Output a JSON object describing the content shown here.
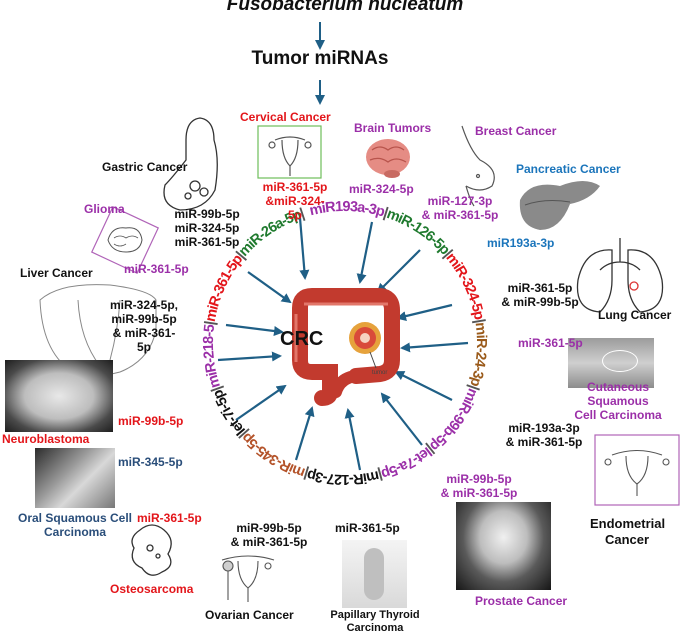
{
  "title": "Fusobacterium nucleatum",
  "subtitle": "Tumor miRNAs",
  "center_label": "CRC",
  "ring_mirnas": [
    {
      "text": "miR193a-3p",
      "color": "#9b2fa8"
    },
    {
      "text": "miR-126-5p",
      "color": "#1f7a2e"
    },
    {
      "text": "miR-324-5p",
      "color": "#e3151a"
    },
    {
      "text": "miR-24-3p",
      "color": "#9a5a1a"
    },
    {
      "text": "miR-99b-5p",
      "color": "#9b2fa8"
    },
    {
      "text": "let-7a-5p",
      "color": "#9b2fa8"
    },
    {
      "text": "miR-127-3p",
      "color": "#111111"
    },
    {
      "text": "miR-345-5p",
      "color": "#b4532a"
    },
    {
      "text": "let-7i-5p",
      "color": "#111111"
    },
    {
      "text": "miR-218-5",
      "color": "#9b2fa8"
    },
    {
      "text": "miR-361-5p",
      "color": "#e3151a"
    },
    {
      "text": "miR-26a-5p",
      "color": "#1f7a2e"
    }
  ],
  "cancers": {
    "cervical": {
      "name": "Cervical Cancer",
      "mirnas": "miR-361-5p\n&miR-324-5p"
    },
    "brain": {
      "name": "Brain Tumors",
      "mirnas": "miR-324-5p"
    },
    "breast": {
      "name": "Breast Cancer",
      "mirnas": "miR-127-3p\n& miR-361-5p"
    },
    "pancreatic": {
      "name": "Pancreatic Cancer",
      "mirnas": "miR193a-3p"
    },
    "lung": {
      "name": "Lung Cancer",
      "mirnas": "miR-361-5p\n& miR-99b-5p"
    },
    "cutaneous": {
      "name": "Cutaneous Squamous\nCell Carcinoma",
      "mirnas": "miR-361-5p"
    },
    "endometrial": {
      "name": "Endometrial\nCancer",
      "mirnas": "miR-193a-3p\n& miR-361-5p"
    },
    "prostate": {
      "name": "Prostate Cancer",
      "mirnas": "miR-99b-5p\n& miR-361-5p"
    },
    "thyroid": {
      "name": "Papillary Thyroid\nCarcinoma",
      "mirnas": "miR-361-5p"
    },
    "ovarian": {
      "name": "Ovarian Cancer",
      "mirnas": "miR-99b-5p\n& miR-361-5p"
    },
    "osteosarcoma": {
      "name": "Osteosarcoma",
      "mirnas": "miR-361-5p"
    },
    "oral": {
      "name": "Oral Squamous Cell\nCarcinoma",
      "mirnas": "miR-345-5p"
    },
    "neuroblastoma": {
      "name": "Neuroblastoma",
      "mirnas": "miR-99b-5p"
    },
    "liver": {
      "name": "Liver Cancer",
      "mirnas": "miR-324-5p,\nmiR-99b-5p\n& miR-361-5p"
    },
    "glioma": {
      "name": "Glioma",
      "mirnas": "miR-361-5p"
    },
    "gastric": {
      "name": "Gastric Cancer",
      "mirnas": "miR-99b-5p\nmiR-324-5p\nmiR-361-5p"
    }
  },
  "colors": {
    "arrow": "#1f5f86",
    "red": "#e3151a",
    "purple": "#9b2fa8",
    "blue": "#1b75bb",
    "navy": "#2a4e7a"
  }
}
